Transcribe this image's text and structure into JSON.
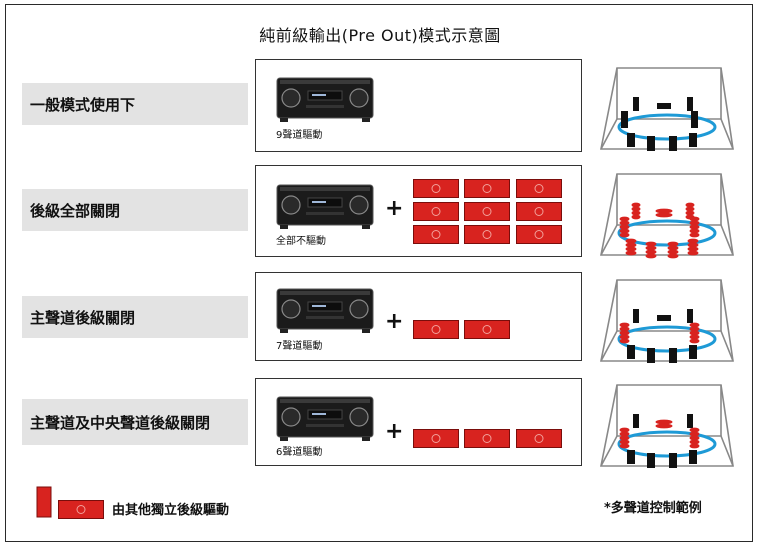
{
  "title": "純前級輸出(Pre Out)模式示意圖",
  "rows": [
    {
      "label": "一般模式使用下",
      "caption": "9聲道驅動",
      "amps": 0,
      "plus": "",
      "red_speakers": []
    },
    {
      "label": "後級全部關閉",
      "caption": "全部不驅動",
      "amps": 9,
      "plus": "+",
      "red_speakers": [
        "fl",
        "fr",
        "c",
        "sl",
        "sr",
        "bl",
        "br",
        "hl",
        "hr"
      ]
    },
    {
      "label": "主聲道後級關閉",
      "caption": "7聲道驅動",
      "amps": 2,
      "plus": "+",
      "red_speakers": [
        "fl",
        "fr"
      ]
    },
    {
      "label": "主聲道及中央聲道後級關閉",
      "caption": "6聲道驅動",
      "amps": 3,
      "plus": "+",
      "red_speakers": [
        "fl",
        "fr",
        "c"
      ]
    }
  ],
  "legend": {
    "text": "由其他獨立後級驅動"
  },
  "note": "*多聲道控制範例",
  "colors": {
    "amp_red": "#d8231f",
    "ring_blue": "#1e9ad6",
    "label_bg": "#e3e3e3"
  }
}
